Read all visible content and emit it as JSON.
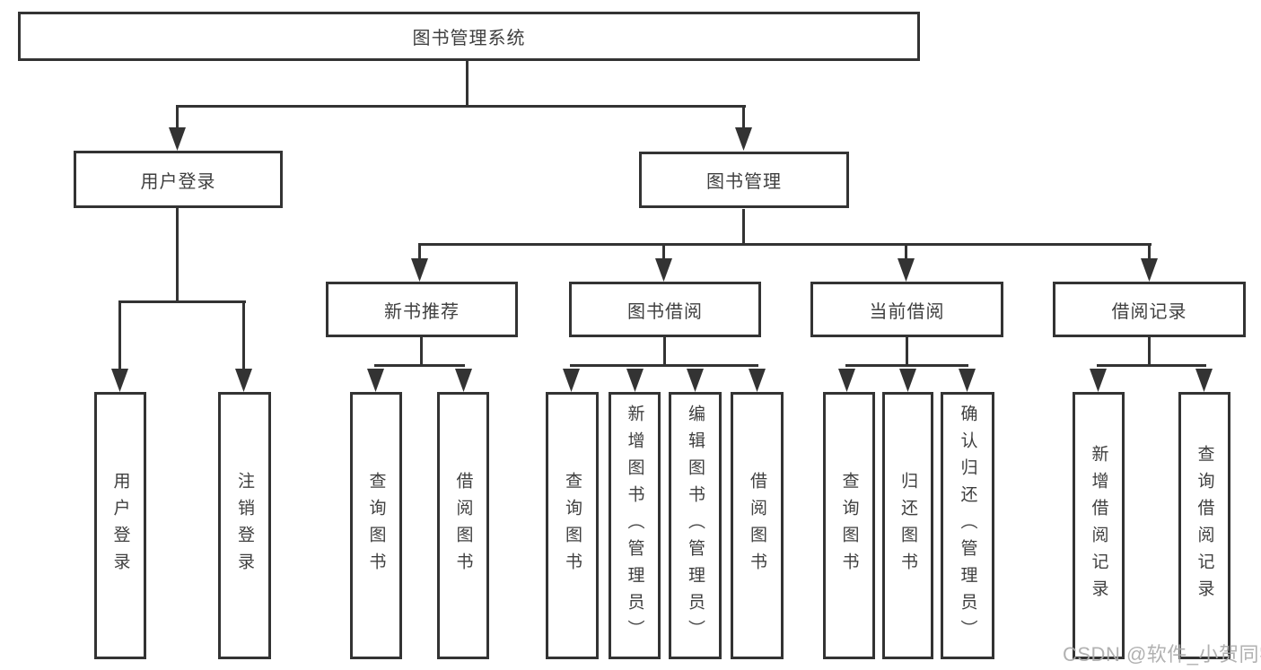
{
  "tree": {
    "root": {
      "id": "library-management-system",
      "label": "图书管理系统",
      "children": [
        {
          "id": "user-login",
          "label": "用户登录",
          "children": [
            {
              "id": "user-login-leaf",
              "label": "用户登录"
            },
            {
              "id": "logout",
              "label": "注销登录"
            }
          ]
        },
        {
          "id": "book-management",
          "label": "图书管理",
          "children": [
            {
              "id": "new-book-recommendation",
              "label": "新书推荐",
              "children": [
                {
                  "id": "query-books",
                  "label": "查询图书"
                },
                {
                  "id": "borrow-books",
                  "label": "借阅图书"
                }
              ]
            },
            {
              "id": "book-borrowing",
              "label": "图书借阅",
              "children": [
                {
                  "id": "query-books",
                  "label": "查询图书"
                },
                {
                  "id": "add-book-admin",
                  "label": "新增图书（管理员）"
                },
                {
                  "id": "edit-book-admin",
                  "label": "编辑图书（管理员）"
                },
                {
                  "id": "borrow-books",
                  "label": "借阅图书"
                }
              ]
            },
            {
              "id": "current-borrowing",
              "label": "当前借阅",
              "children": [
                {
                  "id": "query-books",
                  "label": "查询图书"
                },
                {
                  "id": "return-book",
                  "label": "归还图书"
                },
                {
                  "id": "confirm-return-admin",
                  "label": "确认归还（管理员）"
                }
              ]
            },
            {
              "id": "borrowing-records",
              "label": "借阅记录",
              "children": [
                {
                  "id": "add-borrow-record",
                  "label": "新增借阅记录"
                },
                {
                  "id": "query-borrow-record",
                  "label": "查询借阅记录"
                }
              ]
            }
          ]
        }
      ]
    }
  },
  "watermark": {
    "text": "CSDN @软件_小贺同学"
  },
  "colors": {
    "line": "#333333",
    "text": "#3f3f3f",
    "watermark": "#ababab",
    "background": "#ffffff"
  }
}
